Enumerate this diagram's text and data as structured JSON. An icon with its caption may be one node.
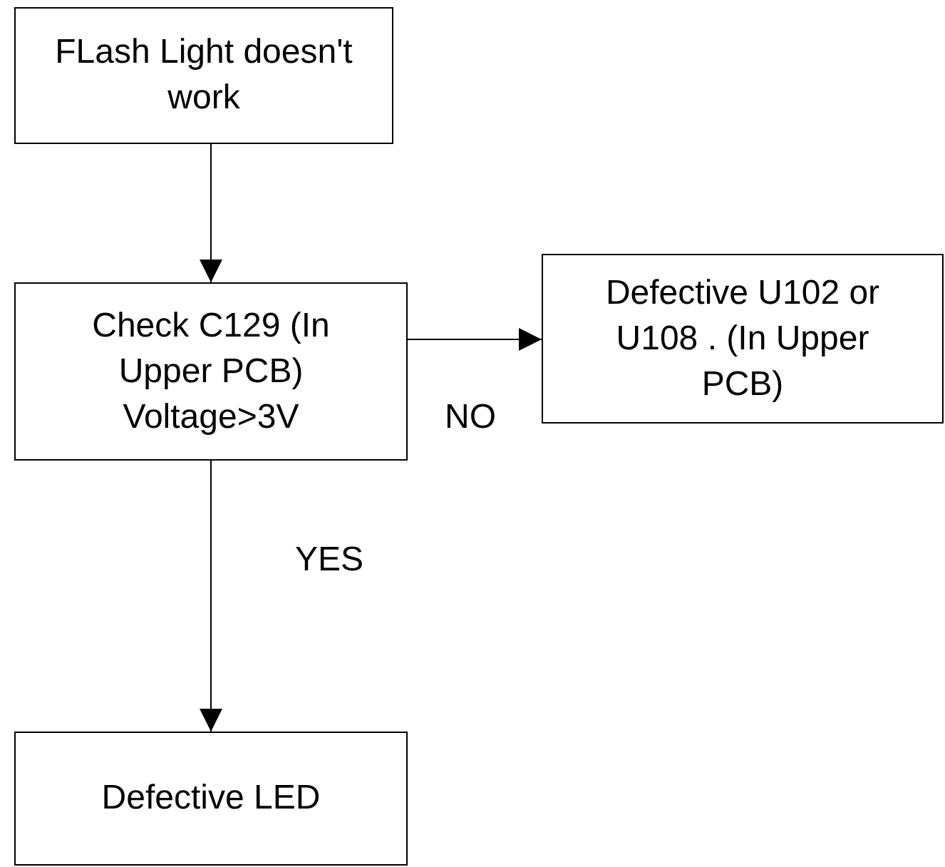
{
  "diagram": {
    "nodes": [
      {
        "text": [
          "FLash Light doesn't work"
        ]
      },
      {
        "text": [
          "Check C129 (In Upper PCB) Voltage>3V"
        ]
      },
      {
        "text": [
          "Defective U102 or U108 . (In Upper PCB)"
        ]
      },
      {
        "text": [
          "Defective LED"
        ]
      }
    ],
    "edges": [
      {
        "from": 0,
        "to": 1,
        "arrow": "to"
      },
      {
        "from": 1,
        "to": 2,
        "arrow": "to",
        "label": "NO"
      },
      {
        "from": 1,
        "to": 3,
        "arrow": "to",
        "label": "YES"
      }
    ]
  }
}
